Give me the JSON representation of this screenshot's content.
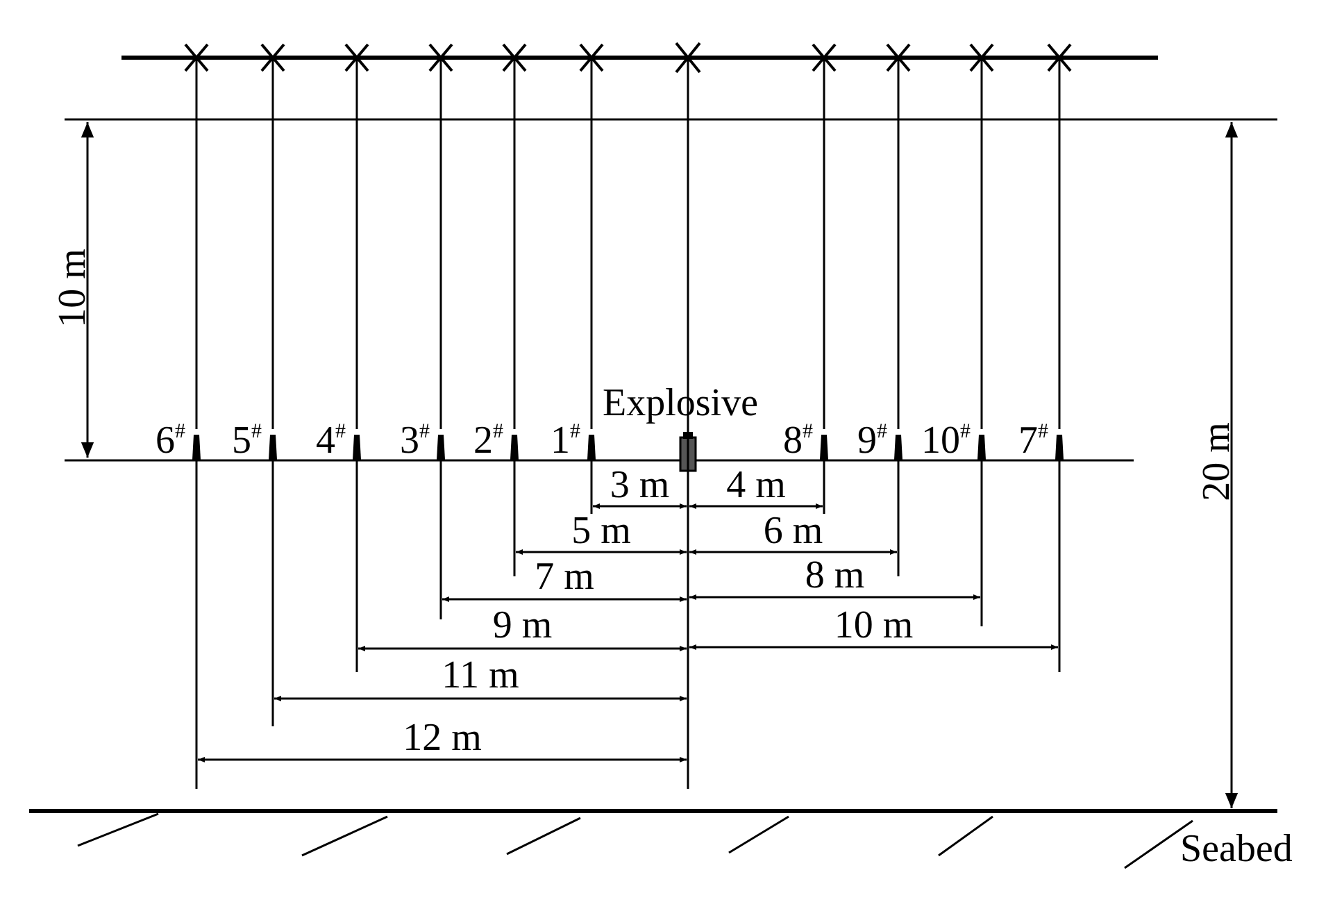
{
  "labels": {
    "explosive": "Explosive",
    "seabed": "Seabed",
    "depth_to_charge": "10 m",
    "total_depth": "20 m"
  },
  "sensors": [
    {
      "id": "6",
      "sup": "#"
    },
    {
      "id": "5",
      "sup": "#"
    },
    {
      "id": "4",
      "sup": "#"
    },
    {
      "id": "3",
      "sup": "#"
    },
    {
      "id": "2",
      "sup": "#"
    },
    {
      "id": "1",
      "sup": "#"
    },
    {
      "id": "8",
      "sup": "#"
    },
    {
      "id": "9",
      "sup": "#"
    },
    {
      "id": "10",
      "sup": "#"
    },
    {
      "id": "7",
      "sup": "#"
    }
  ],
  "distances": {
    "s1": "3 m",
    "s2": "5 m",
    "s3": "7 m",
    "s4": "9 m",
    "s5": "11 m",
    "s6": "12 m",
    "s7": "10 m",
    "s8": "4 m",
    "s9": "6 m",
    "s10": "8 m"
  }
}
